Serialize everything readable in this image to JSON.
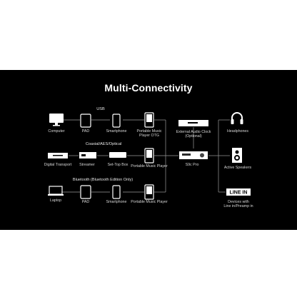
{
  "title": "Multi-Connectivity",
  "groups": {
    "usb": "USB",
    "coaxial": "Coaxial/AES/Optical",
    "bluetooth": "Bluetooth (Bluetooth Edition Only)"
  },
  "labels": {
    "computer": "Computer",
    "pad_usb": "PAD",
    "smartphone_usb": "Smartphone",
    "portable_otg_1": "Portable Music",
    "portable_otg_2": "Player OTG",
    "digital_transport": "Digital Transport",
    "streamer": "Streamer",
    "set_top_box": "Set-Top Box",
    "portable_coax": "Portable Music Player",
    "laptop": "Laptop",
    "pad_bt": "PAD",
    "smartphone_bt": "Smartphone",
    "portable_bt": "Portable Music Player",
    "clock_1": "External Audio Clock",
    "clock_2": "(Optional)",
    "center": "S9c Pro",
    "headphones": "Headphones",
    "speakers": "Active Speakers",
    "linein_1": "Devices with",
    "linein_2": "Line in/Preamp in",
    "linein_logo": "LINE IN"
  },
  "colors": {
    "background": "#000000",
    "text": "#ffffff",
    "wire": "#9a9a9a"
  }
}
